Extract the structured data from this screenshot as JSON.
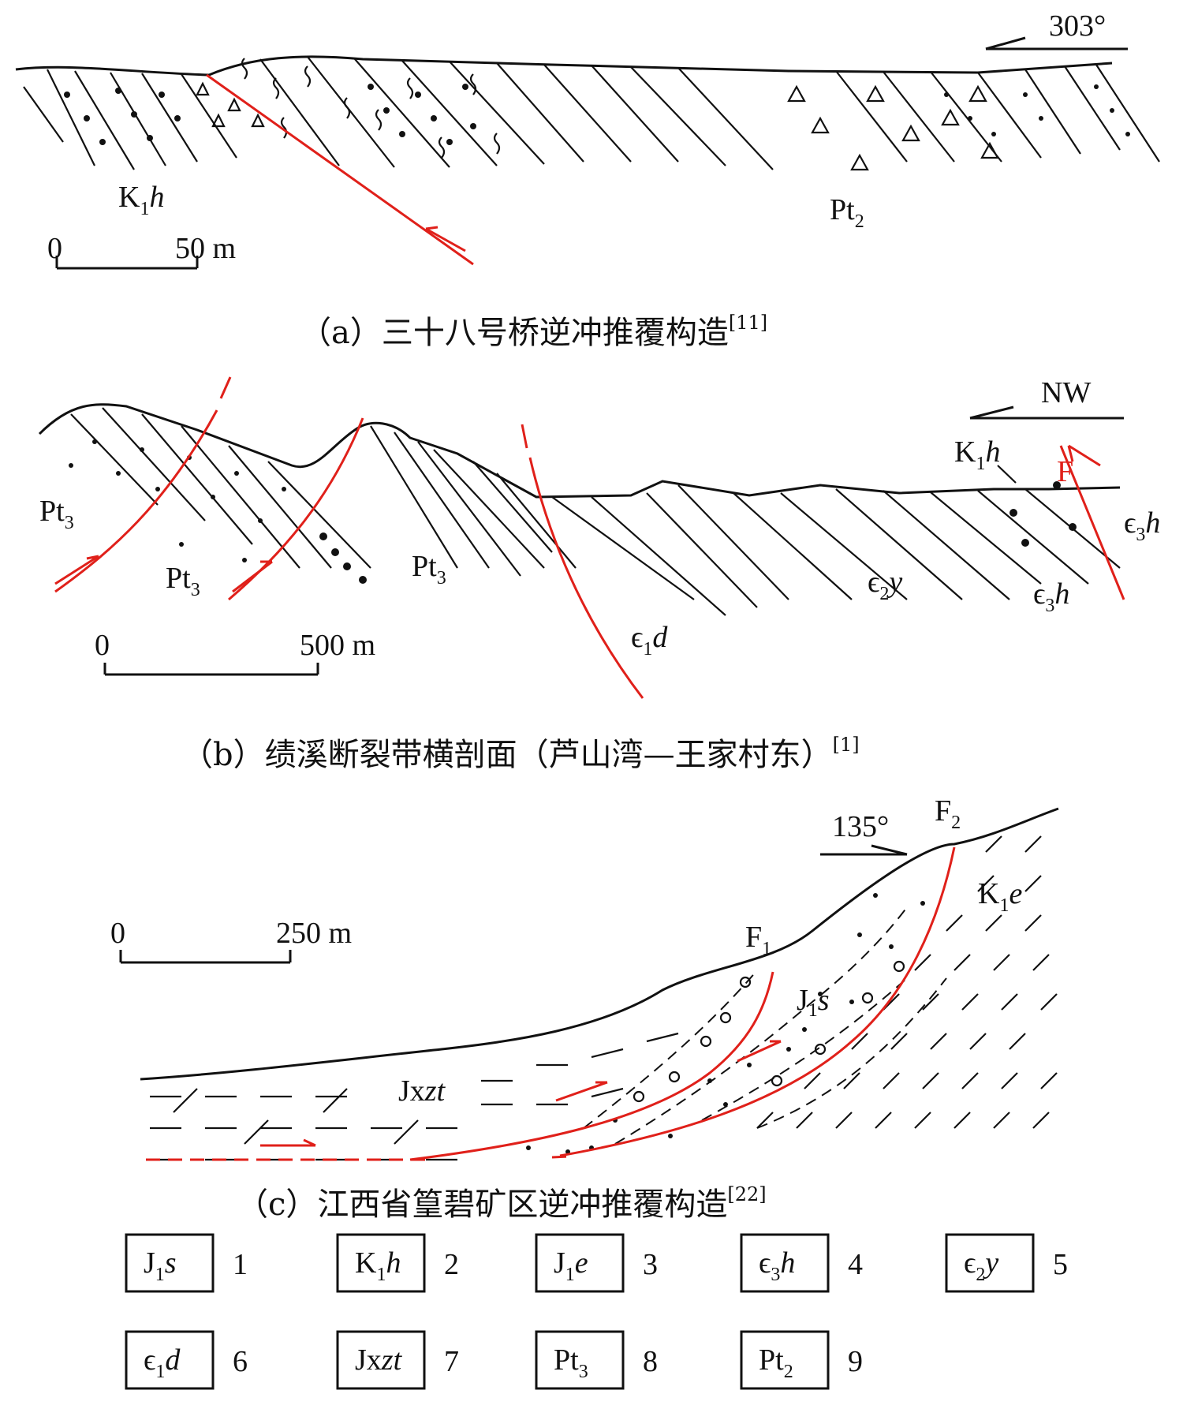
{
  "panel_a": {
    "caption": "（a）三十八号桥逆冲推覆构造",
    "ref": "[11]",
    "direction": "303°",
    "scale_start": "0",
    "scale_end": "50 m",
    "unit_left": {
      "base": "K",
      "sub": "1",
      "ital": "h"
    },
    "unit_right": {
      "base": "Pt",
      "sub": "2",
      "ital": ""
    }
  },
  "panel_b": {
    "caption": "（b）绩溪断裂带横剖面（芦山湾—王家村东）",
    "ref": "[1]",
    "direction": "NW",
    "scale_start": "0",
    "scale_end": "500 m",
    "fault": "F",
    "units": [
      {
        "base": "Pt",
        "sub": "3",
        "ital": ""
      },
      {
        "base": "Pt",
        "sub": "3",
        "ital": ""
      },
      {
        "base": "Pt",
        "sub": "3",
        "ital": ""
      },
      {
        "base": "ϵ",
        "sub": "1",
        "ital": "d"
      },
      {
        "base": "ϵ",
        "sub": "2",
        "ital": "y"
      },
      {
        "base": "ϵ",
        "sub": "3",
        "ital": "h"
      },
      {
        "base": "ϵ",
        "sub": "3",
        "ital": "h"
      },
      {
        "base": "K",
        "sub": "1",
        "ital": "h"
      }
    ]
  },
  "panel_c": {
    "caption": "（c）江西省篁碧矿区逆冲推覆构造",
    "ref": "[22]",
    "direction": "135°",
    "scale_start": "0",
    "scale_end": "250 m",
    "fault_1": {
      "base": "F",
      "sub": "1"
    },
    "fault_2": {
      "base": "F",
      "sub": "2"
    },
    "unit_k1e": {
      "base": "K",
      "sub": "1",
      "ital": "e"
    },
    "unit_j1s": {
      "base": "J",
      "sub": "1",
      "ital": "s"
    },
    "unit_jxzt": {
      "base": "Jx",
      "ital": "zt"
    }
  },
  "legend": [
    {
      "base": "J",
      "sub": "1",
      "ital": "s",
      "num": "1"
    },
    {
      "base": "K",
      "sub": "1",
      "ital": "h",
      "num": "2"
    },
    {
      "base": "J",
      "sub": "1",
      "ital": "e",
      "num": "3"
    },
    {
      "base": "ϵ",
      "sub": "3",
      "ital": "h",
      "num": "4"
    },
    {
      "base": "ϵ",
      "sub": "2",
      "ital": "y",
      "num": "5"
    },
    {
      "base": "ϵ",
      "sub": "1",
      "ital": "d",
      "num": "6"
    },
    {
      "base": "Jx",
      "sub": "",
      "ital": "zt",
      "num": "7"
    },
    {
      "base": "Pt",
      "sub": "3",
      "ital": "",
      "num": "8"
    },
    {
      "base": "Pt",
      "sub": "2",
      "ital": "",
      "num": "9"
    }
  ]
}
